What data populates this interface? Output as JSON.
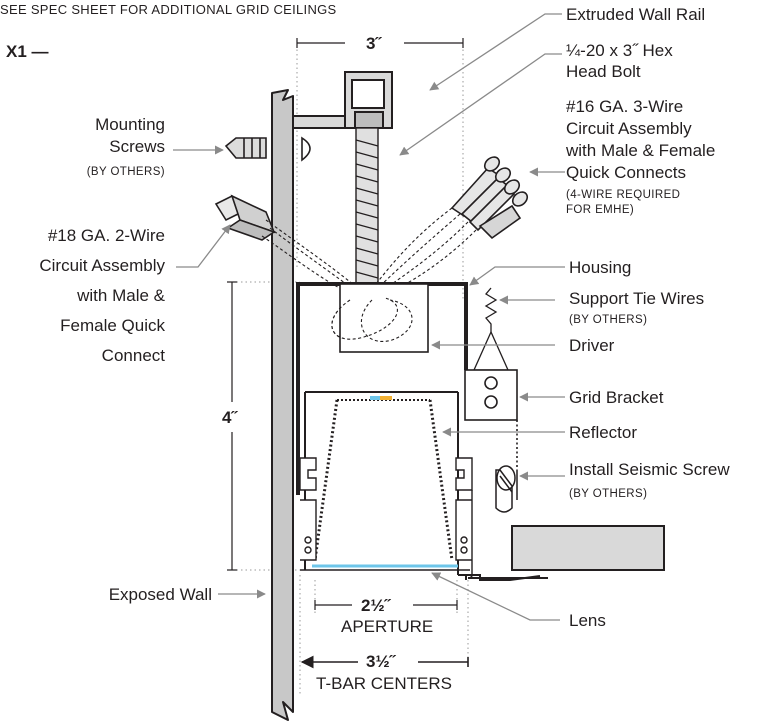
{
  "header": {
    "spec_note": "SEE SPEC SHEET FOR ADDITIONAL GRID CEILINGS",
    "marker": "X1 —"
  },
  "labels": {
    "extruded_wall_rail": "Extruded Wall Rail",
    "hex_bolt_1": "¼-20 x 3˝ Hex",
    "hex_bolt_2": "Head Bolt",
    "circuit16_1": "#16 GA. 3-Wire",
    "circuit16_2": "Circuit Assembly",
    "circuit16_3": "with Male & Female",
    "circuit16_4": "Quick Connects",
    "circuit16_5": "(4-WIRE REQUIRED",
    "circuit16_6": "FOR EMHE)",
    "mounting_1": "Mounting",
    "mounting_2": "Screws",
    "mounting_3": "(BY OTHERS)",
    "circuit18_1": "#18 GA. 2-Wire",
    "circuit18_2": "Circuit Assembly",
    "circuit18_3": "with Male &",
    "circuit18_4": "Female Quick",
    "circuit18_5": "Connect",
    "housing": "Housing",
    "tie_wires_1": "Support Tie Wires",
    "tie_wires_2": "(BY OTHERS)",
    "driver": "Driver",
    "grid_bracket": "Grid Bracket",
    "reflector": "Reflector",
    "seismic_1": "Install Seismic Screw",
    "seismic_2": "(BY OTHERS)",
    "lens": "Lens",
    "exposed_wall": "Exposed Wall"
  },
  "dimensions": {
    "width_3": "3˝",
    "height_4": "4˝",
    "aperture_value": "2½˝",
    "aperture_label": "APERTURE",
    "tbar_value": "3½˝",
    "tbar_label": "T-BAR CENTERS"
  },
  "colors": {
    "marker_red": "#e2231a",
    "lens_blue": "#6ec6ea",
    "wall_gray": "#c8c8c8",
    "leader_gray": "#8a8a8a",
    "line_dark": "#231f20"
  }
}
